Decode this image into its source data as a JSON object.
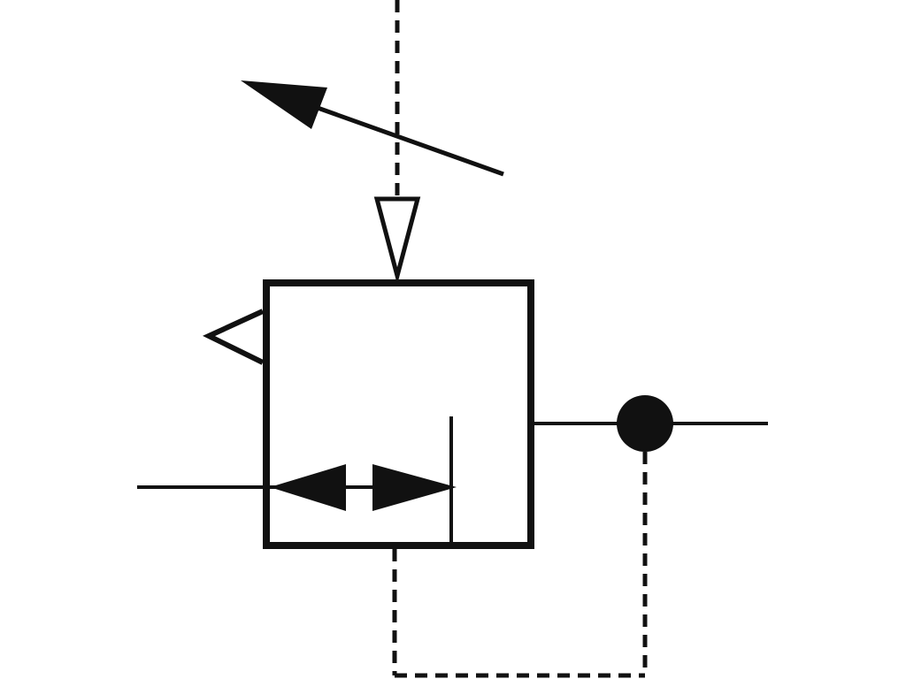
{
  "diagram": {
    "kind": "pneumatic pressure regulator symbol",
    "colors": {
      "stroke": "#111111",
      "background": "#ffffff",
      "hollow_fill": "#ffffff"
    },
    "elements": [
      "valve-body",
      "adjustable-spring-arrow",
      "pilot-pressure-triangle",
      "relief-exhaust-triangle",
      "flow-path-arrows",
      "connection-junction-dot",
      "pilot-feedback-line"
    ]
  }
}
